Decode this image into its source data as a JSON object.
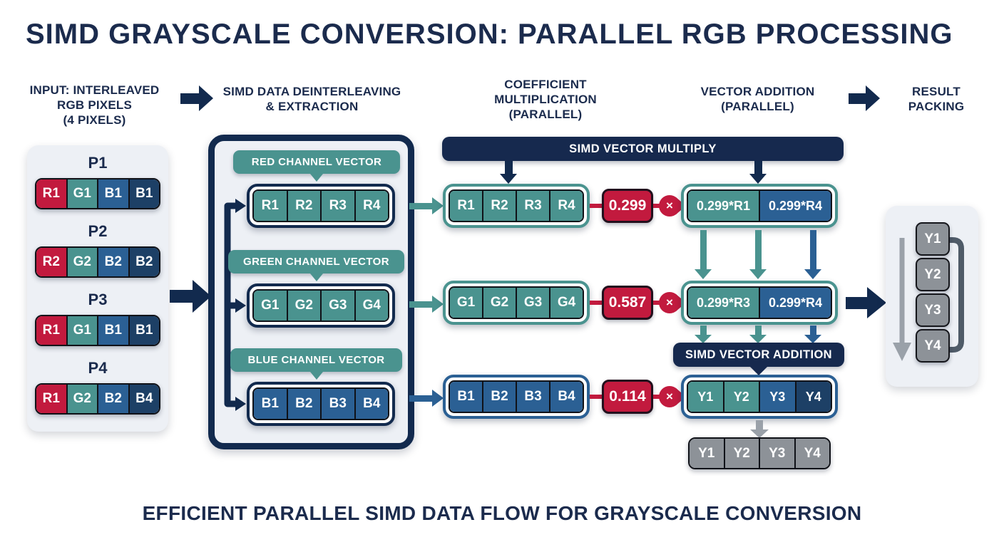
{
  "colors": {
    "navy": "#16294e",
    "navy-deep": "#122a4e",
    "red": "#c21a3e",
    "teal": "#4a938f",
    "blue": "#2b6094",
    "blue-dark": "#1d4066",
    "gray-cell": "#8d9298",
    "gray-arrow": "#9aa1a9",
    "bracket": "#4f5b68",
    "panel": "#edf0f5",
    "ink": "#101218",
    "text-navy": "#1b2b4d"
  },
  "title": "SIMD GRAYSCALE CONVERSION: PARALLEL RGB PROCESSING",
  "caption": "EFFICIENT PARALLEL SIMD DATA FLOW FOR GRAYSCALE CONVERSION",
  "stage_headers": [
    {
      "lines": [
        "INPUT: INTERLEAVED",
        "RGB PIXELS",
        "(4 PIXELS)"
      ]
    },
    {
      "lines": [
        "SIMD DATA DEINTERLEAVING",
        "& EXTRACTION"
      ]
    },
    {
      "lines": [
        "COEFFICIENT",
        "MULTIPLICATION",
        "(PARALLEL)"
      ]
    },
    {
      "lines": [
        "VECTOR ADDITION",
        "(PARALLEL)"
      ]
    },
    {
      "lines": [
        "RESULT",
        "PACKING"
      ]
    }
  ],
  "input_panel": {
    "pixels": [
      {
        "label": "P1",
        "cells": [
          {
            "text": "R1",
            "color": "red"
          },
          {
            "text": "G1",
            "color": "teal"
          },
          {
            "text": "B1",
            "color": "blue"
          },
          {
            "text": "B1",
            "color": "blue-dark"
          }
        ]
      },
      {
        "label": "P2",
        "cells": [
          {
            "text": "R2",
            "color": "red"
          },
          {
            "text": "G2",
            "color": "teal"
          },
          {
            "text": "B2",
            "color": "blue"
          },
          {
            "text": "B2",
            "color": "blue-dark"
          }
        ]
      },
      {
        "label": "P3",
        "cells": [
          {
            "text": "R1",
            "color": "red"
          },
          {
            "text": "G1",
            "color": "teal"
          },
          {
            "text": "B1",
            "color": "blue"
          },
          {
            "text": "B1",
            "color": "blue-dark"
          }
        ]
      },
      {
        "label": "P4",
        "cells": [
          {
            "text": "R1",
            "color": "red"
          },
          {
            "text": "G2",
            "color": "teal"
          },
          {
            "text": "B2",
            "color": "blue"
          },
          {
            "text": "B4",
            "color": "blue-dark"
          }
        ]
      }
    ]
  },
  "deinterleave_panel": {
    "vectors": [
      {
        "badge": "RED CHANNEL VECTOR",
        "cell_color": "teal",
        "cells": [
          "R1",
          "R2",
          "R3",
          "R4"
        ]
      },
      {
        "badge": "GREEN CHANNEL VECTOR",
        "cell_color": "teal",
        "cells": [
          "G1",
          "G2",
          "G3",
          "G4"
        ]
      },
      {
        "badge": "BLUE CHANNEL VECTOR",
        "cell_color": "blue",
        "cells": [
          "B1",
          "B2",
          "B3",
          "B4"
        ]
      }
    ]
  },
  "multiply_stage": {
    "banner": "SIMD VECTOR MULTIPLY",
    "operator": "×",
    "rows": [
      {
        "cell_color": "teal",
        "cells": [
          "R1",
          "R2",
          "R3",
          "R4"
        ],
        "coefficient": "0.299"
      },
      {
        "cell_color": "teal",
        "cells": [
          "G1",
          "G2",
          "G3",
          "G4"
        ],
        "coefficient": "0.587"
      },
      {
        "cell_color": "blue",
        "cells": [
          "B1",
          "B2",
          "B3",
          "B4"
        ],
        "coefficient": "0.114"
      }
    ]
  },
  "addition_stage": {
    "banner": "SIMD VECTOR ADDITION",
    "rows": [
      {
        "cells": [
          {
            "text": "0.299*R1",
            "color": "teal"
          },
          {
            "text": "0.299*R4",
            "color": "blue"
          }
        ]
      },
      {
        "cells": [
          {
            "text": "0.299*R3",
            "color": "teal"
          },
          {
            "text": "0.299*R4",
            "color": "blue"
          }
        ]
      },
      {
        "cells": [
          {
            "text": "Y1",
            "color": "teal"
          },
          {
            "text": "Y2",
            "color": "teal"
          },
          {
            "text": "Y3",
            "color": "blue"
          },
          {
            "text": "Y4",
            "color": "blue-dark"
          }
        ]
      }
    ],
    "packed_row": {
      "cell_color": "gray",
      "cells": [
        "Y1",
        "Y2",
        "Y3",
        "Y4"
      ]
    }
  },
  "result_panel": {
    "items": [
      "Y1",
      "Y2",
      "Y3",
      "Y4"
    ]
  },
  "icons": {
    "flow-arrow": "solid block arrow",
    "multiply-operator": "× in red circle"
  }
}
